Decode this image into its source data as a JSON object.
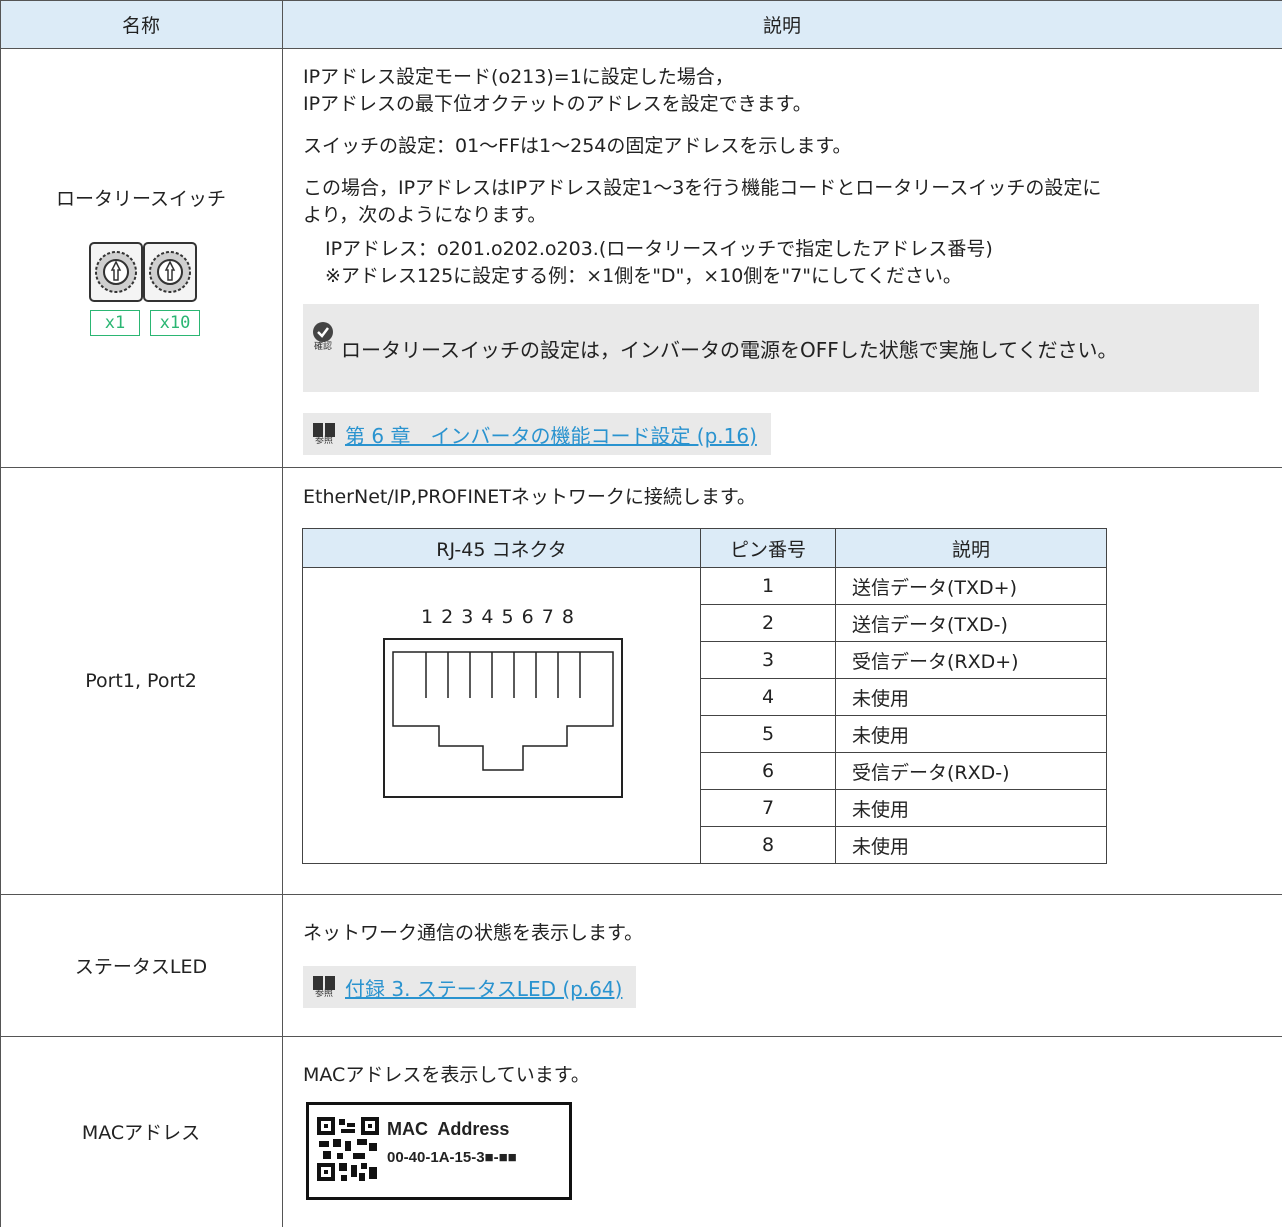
{
  "header": {
    "col_name": "名称",
    "col_desc": "説明"
  },
  "rows": {
    "rotary": {
      "name": "ロータリースイッチ",
      "dial_labels": [
        "x1",
        "x10"
      ],
      "lines": [
        "IPアドレス設定モード(o213)=1に設定した場合，",
        "IPアドレスの最下位オクテットのアドレスを設定できます。",
        "スイッチの設定：01～FFは1～254の固定アドレスを示します。",
        "この場合，IPアドレスはIPアドレス設定1～3を行う機能コードとロータリースイッチの設定に",
        "より，次のようになります。",
        "IPアドレス：o201.o202.o203.(ロータリースイッチで指定したアドレス番号)",
        "※アドレス125に設定する例：×1側を\"D\"，×10側を\"7\"にしてください。"
      ],
      "note_badge": "確認",
      "note_text": "ロータリースイッチの設定は，インバータの電源をOFFした状態で実施してください。",
      "ref_badge": "参照",
      "ref_link": "第 6 章　インバータの機能コード設定 (p.16)"
    },
    "port": {
      "name": "Port1, Port2",
      "intro": "EtherNet/IP,PROFINETネットワークに接続します。",
      "table_headers": [
        "RJ-45 コネクタ",
        "ピン番号",
        "説明"
      ],
      "connector_numbers": "1 2 3 4 5 6 7 8",
      "pins": [
        {
          "num": "1",
          "desc": "送信データ(TXD+)"
        },
        {
          "num": "2",
          "desc": "送信データ(TXD-)"
        },
        {
          "num": "3",
          "desc": "受信データ(RXD+)"
        },
        {
          "num": "4",
          "desc": "未使用"
        },
        {
          "num": "5",
          "desc": "未使用"
        },
        {
          "num": "6",
          "desc": "受信データ(RXD-)"
        },
        {
          "num": "7",
          "desc": "未使用"
        },
        {
          "num": "8",
          "desc": "未使用"
        }
      ]
    },
    "status": {
      "name": "ステータスLED",
      "text": "ネットワーク通信の状態を表示します。",
      "ref_badge": "参照",
      "ref_link": "付録 3. ステータスLED (p.64)"
    },
    "mac": {
      "name": "MACアドレス",
      "text": "MACアドレスを表示しています。",
      "label_title": "MAC  Address",
      "label_value": "00-40-1A-15-3■-■■"
    }
  },
  "colors": {
    "header_bg": "#dcebf7",
    "note_bg": "#e9e9e9",
    "link": "#2a93cf",
    "dial_label": "#2bb673"
  }
}
